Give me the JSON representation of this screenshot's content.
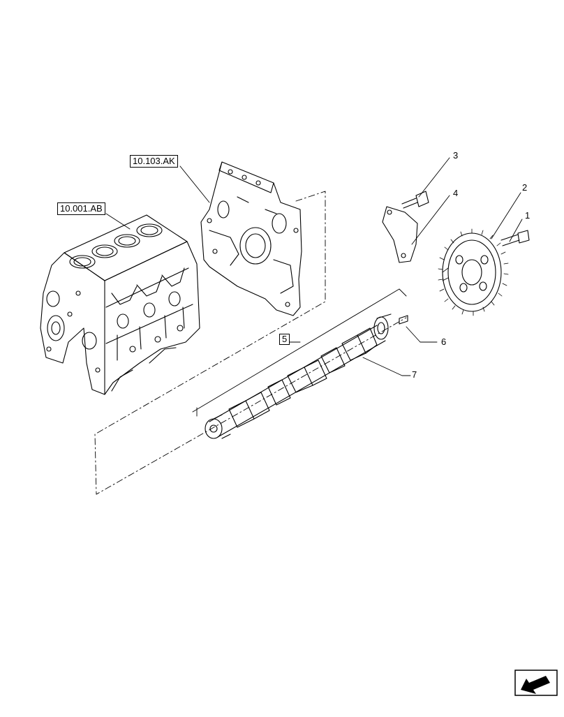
{
  "references": {
    "cylinder_block": "10.001.AB",
    "timing_cover": "10.103.AK"
  },
  "callouts": {
    "gear_bolt": "1",
    "camshaft_gear": "2",
    "plate_bolt": "3",
    "thrust_plate": "4",
    "camshaft_assembly": "5",
    "dowel_pin": "6",
    "camshaft": "7"
  }
}
